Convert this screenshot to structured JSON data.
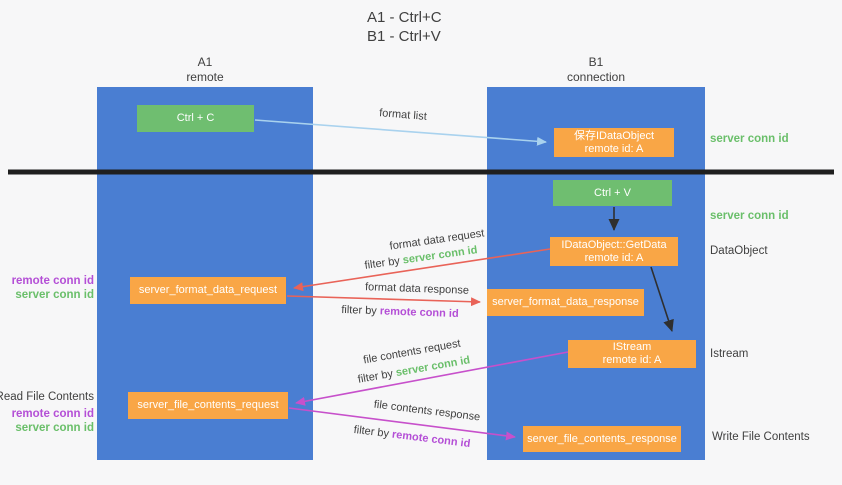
{
  "title": {
    "line1": "A1 - Ctrl+C",
    "line2": "B1 - Ctrl+V"
  },
  "lanes": {
    "left": {
      "name": "A1",
      "role": "remote"
    },
    "right": {
      "name": "B1",
      "role": "connection"
    }
  },
  "boxes": {
    "ctrl_c": {
      "label": "Ctrl + C"
    },
    "save_obj": {
      "line1": "保存IDataObject",
      "line2": "remote id: A"
    },
    "ctrl_v": {
      "label": "Ctrl + V"
    },
    "get_data": {
      "line1": "IDataObject::GetData",
      "line2": "remote id: A"
    },
    "fmt_req": {
      "label": "server_format_data_request"
    },
    "fmt_resp": {
      "label": "server_format_data_response"
    },
    "istream": {
      "line1": "IStream",
      "line2": "remote id: A"
    },
    "file_req": {
      "label": "server_file_contents_request"
    },
    "file_resp": {
      "label": "server_file_contents_response"
    }
  },
  "edge_labels": {
    "format_list": "format list",
    "fmt_req": {
      "text": "format data request",
      "filter": "filter by",
      "key": "server conn id"
    },
    "fmt_resp": {
      "text": "format data response",
      "filter": "filter by",
      "key": "remote conn id"
    },
    "file_req": {
      "text": "file contents request",
      "filter": "filter by",
      "key": "server conn id"
    },
    "file_resp": {
      "text": "file contents response",
      "filter": "filter by",
      "key": "remote conn id"
    }
  },
  "side_labels": {
    "left": {
      "fmt_remote": "remote conn id",
      "fmt_server": "server conn id",
      "read_file": "Read File Contents",
      "file_remote": "remote conn id",
      "file_server": "server conn id"
    },
    "right": {
      "server_conn_1": "server conn id",
      "server_conn_2": "server conn id",
      "dataobject": "DataObject",
      "istream": "Istream",
      "write_file": "Write File Contents"
    }
  },
  "colors": {
    "lane_blue": "#4a7ed2",
    "box_green": "#6fbe70",
    "box_orange": "#f9a646",
    "green_text": "#6abf6a",
    "purple_text": "#b44fd6",
    "arrow_blue": "#a9d2ee",
    "arrow_red": "#e96358",
    "arrow_magenta": "#c750cb",
    "arrow_black": "#2f2f2f",
    "text_dark": "#3f3f3f",
    "background": "#f7f7f8",
    "dotted": "#1f1f1f"
  }
}
